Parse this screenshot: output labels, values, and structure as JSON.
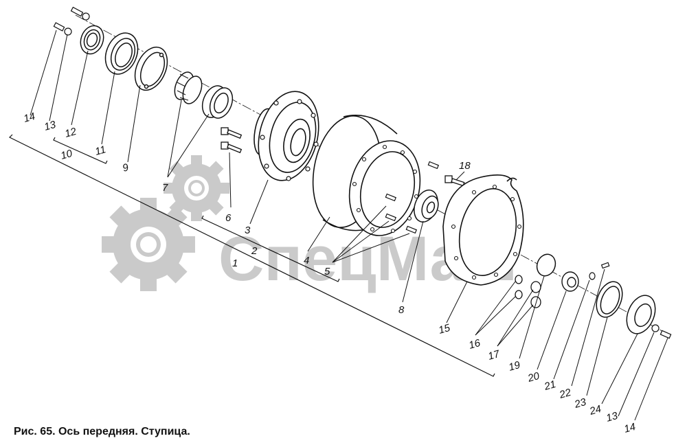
{
  "caption": "Рис. 65. Ось передняя. Ступица.",
  "watermark": "СпецМаш",
  "labels": {
    "l1": "1",
    "l2": "2",
    "l3": "3",
    "l4": "4",
    "l5": "5",
    "l6": "6",
    "l7": "7",
    "l8": "8",
    "l9": "9",
    "l10": "10",
    "l11": "11",
    "l12": "12",
    "l13a": "13",
    "l14a": "14",
    "l15": "15",
    "l16": "16",
    "l17": "17",
    "l18": "18",
    "l19": "19",
    "l20": "20",
    "l21": "21",
    "l22": "22",
    "l23": "23",
    "l24": "24",
    "l13b": "13",
    "l14b": "14"
  }
}
